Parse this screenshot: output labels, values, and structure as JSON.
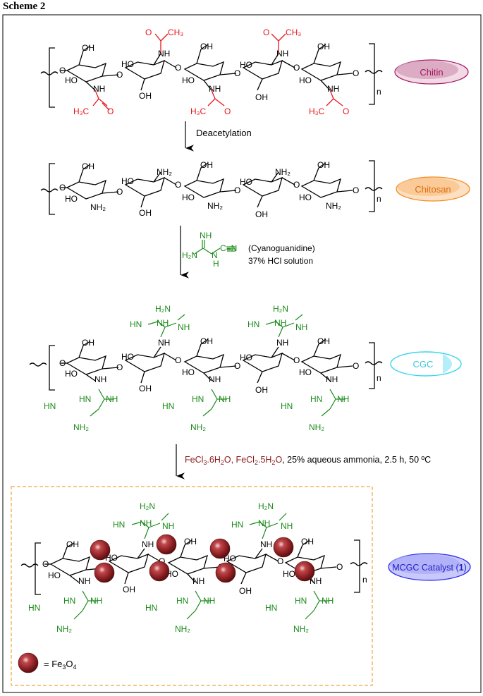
{
  "scheme_title": "Scheme 2",
  "colors": {
    "backbone": "#000000",
    "acetyl": "#e8151b",
    "guanidine": "#1a8a1a",
    "reagent_dark_red": "#8b1a1a",
    "chitin_badge": "#a4175e",
    "chitosan_badge": "#f28a1e",
    "cgc_badge": "#38d6ee",
    "mcgc_badge": "#2b2bf0",
    "nanoparticle": "#8a1f22",
    "dashed_box": "#f0a53c"
  },
  "badges": {
    "chitin": "Chitin",
    "chitosan": "Chitosan",
    "cgc": "CGC",
    "mcgc_prefix": "MCGC Catalyst (",
    "mcgc_num": "1",
    "mcgc_suffix": ")"
  },
  "steps": {
    "step1": "Deacetylation",
    "step2_reagent_name": "(Cyanoguanidine)",
    "step2_conditions": "37% HCl solution",
    "step3_part1": "FeCl",
    "step3_sub1": "3",
    "step3_part2": ".6H",
    "step3_sub2": "2",
    "step3_part3": "O, FeCl",
    "step3_sub3": "2",
    "step3_part4": ".5H",
    "step3_sub4": "2",
    "step3_part5": "O",
    "step3_rest": ", 25% aqueous ammonia, 2.5 h, 50 ºC"
  },
  "cyanoguanidine": {
    "nh": "NH",
    "cn": "C≡N",
    "h2n": "H₂N",
    "n": "N",
    "h": "H"
  },
  "polymer_labels": {
    "oh": "OH",
    "ho": "HO",
    "o": "O",
    "nh2": "NH₂",
    "nh": "NH",
    "h3c": "H₃C",
    "ch3": "CH₃",
    "n": "n",
    "hn": "HN",
    "h2n": "H₂N",
    "hn_eq": "HN"
  },
  "legend": {
    "equals": "= Fe",
    "sub3": "3",
    "o": "O",
    "sub4": "4"
  }
}
